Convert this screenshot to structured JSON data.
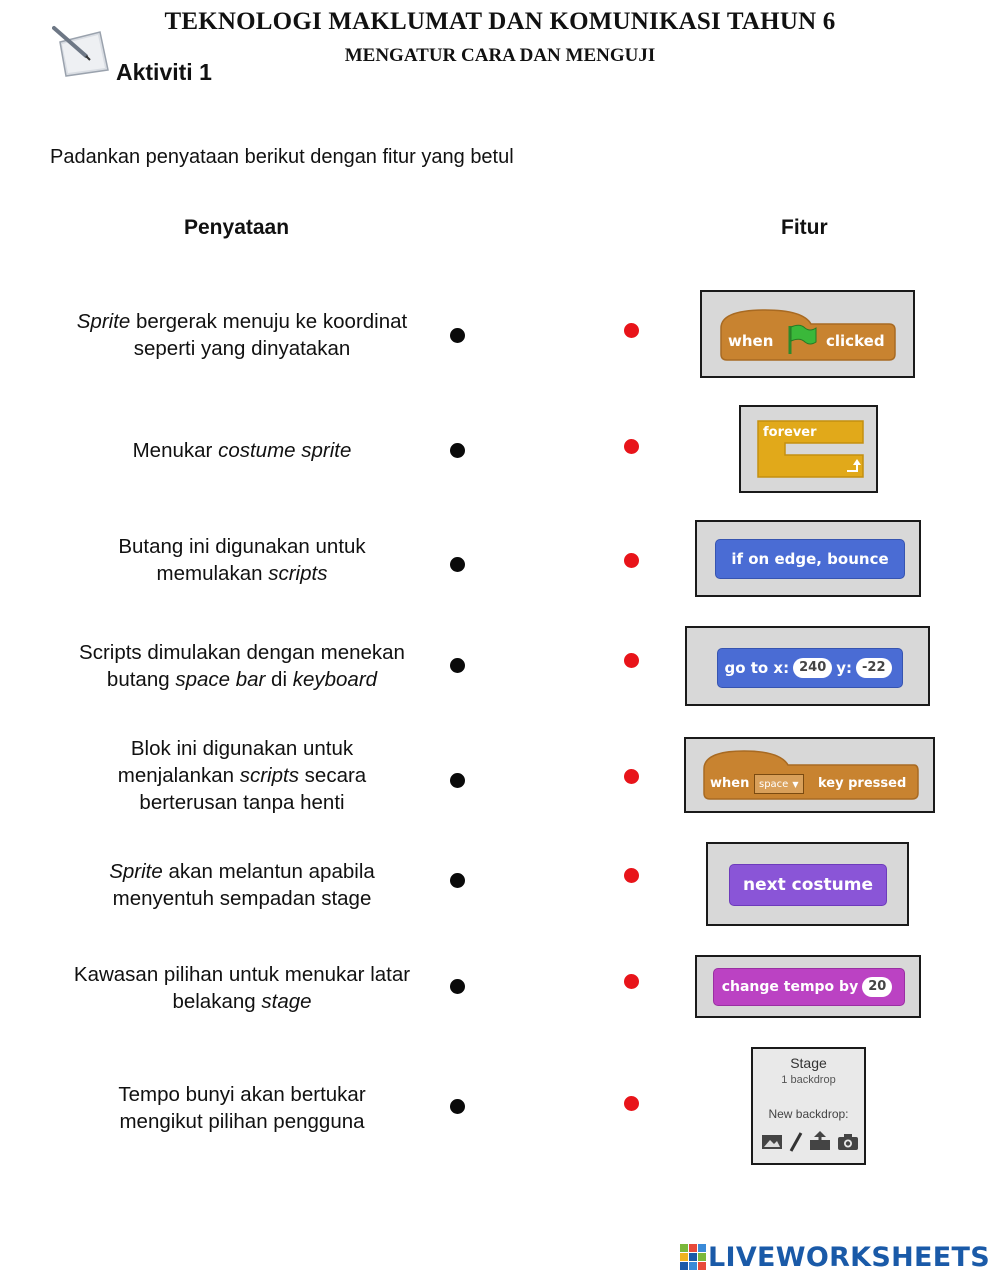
{
  "header": {
    "title": "TEKNOLOGI MAKLUMAT DAN KOMUNIKASI TAHUN 6",
    "subtitle": "MENGATUR CARA DAN MENGUJI",
    "activity": "Aktiviti 1"
  },
  "instruction": "Padankan penyataan berikut dengan fitur yang betul",
  "columns": {
    "left": "Penyataan",
    "right": "Fitur"
  },
  "statements": [
    {
      "pre_italic": "Sprite",
      "rest_line1": " bergerak menuju ke koordinat",
      "line2": "seperti yang dinyatakan"
    },
    {
      "plain": "Menukar ",
      "italic": "costume sprite"
    },
    {
      "line1": "Butang ini digunakan untuk",
      "line2_plain": "memulakan ",
      "line2_italic": "scripts"
    },
    {
      "line1": "Scripts dimulakan dengan menekan",
      "l2a": "butang ",
      "l2b_italic": "space bar",
      "l2c": " di ",
      "l2d_italic": "keyboard"
    },
    {
      "line1": "Blok ini digunakan untuk",
      "l2a": "menjalankan ",
      "l2b_italic": "scripts",
      "l2c": " secara",
      "line3": "berterusan tanpa henti"
    },
    {
      "pre_italic": "Sprite",
      "rest_line1": " akan melantun apabila",
      "line2": "menyentuh sempadan stage"
    },
    {
      "line1": "Kawasan pilihan untuk menukar latar",
      "l2a": "belakang ",
      "l2b_italic": "stage"
    },
    {
      "line1": "Tempo bunyi akan bertukar",
      "line2": "mengikut pilihan pengguna"
    }
  ],
  "features": {
    "green_flag": {
      "when": "when",
      "clicked": "clicked"
    },
    "forever": {
      "label": "forever"
    },
    "bounce": {
      "label": "if on edge, bounce"
    },
    "goto": {
      "label_a": "go to x:",
      "x": "240",
      "label_b": "y:",
      "y": "-22"
    },
    "key_pressed": {
      "when": "when",
      "key": "space",
      "rest": "key pressed"
    },
    "next_costume": {
      "label": "next costume"
    },
    "tempo": {
      "label": "change tempo by",
      "value": "20"
    },
    "stage": {
      "title": "Stage",
      "count": "1 backdrop",
      "new": "New backdrop:"
    }
  },
  "colors": {
    "red_dot": "#e8141a",
    "events": "#c88330",
    "control": "#e1a91a",
    "motion": "#4a6cd4",
    "looks": "#8a55d7",
    "sound": "#bb42c3"
  },
  "footer": {
    "brand": "LIVEWORKSHEETS"
  }
}
